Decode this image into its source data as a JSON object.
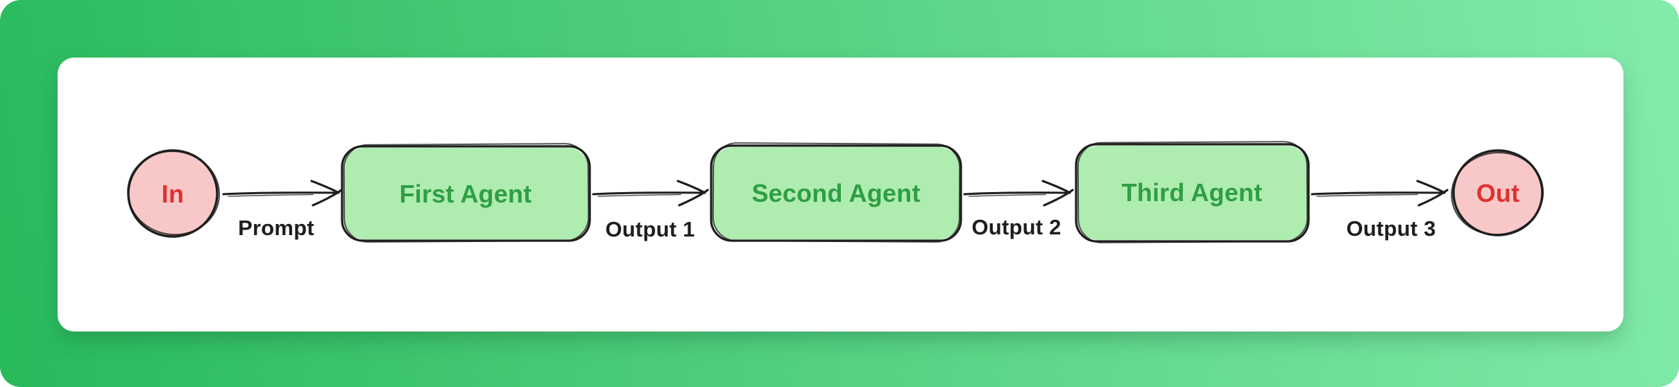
{
  "diagram": {
    "title": "Sequential agent pipeline",
    "nodes": [
      {
        "id": "in",
        "type": "circle",
        "label": "In"
      },
      {
        "id": "first-agent",
        "type": "box",
        "label": "First Agent"
      },
      {
        "id": "second-agent",
        "type": "box",
        "label": "Second Agent"
      },
      {
        "id": "third-agent",
        "type": "box",
        "label": "Third Agent"
      },
      {
        "id": "out",
        "type": "circle",
        "label": "Out"
      }
    ],
    "edges": [
      {
        "from": "in",
        "to": "first-agent",
        "label": "Prompt"
      },
      {
        "from": "first-agent",
        "to": "second-agent",
        "label": "Output 1"
      },
      {
        "from": "second-agent",
        "to": "third-agent",
        "label": "Output 2"
      },
      {
        "from": "third-agent",
        "to": "out",
        "label": "Output 3"
      }
    ],
    "colors": {
      "background-start": "#28b95b",
      "background-end": "#83ebab",
      "card-bg": "#ffffff",
      "node-box-fill": "#aeecaf",
      "node-box-text": "#2f9e44",
      "node-circle-fill": "#f8c8c8",
      "node-circle-text": "#e03131",
      "stroke": "#1e1e1e",
      "edge-label-text": "#1e1e1e"
    }
  }
}
